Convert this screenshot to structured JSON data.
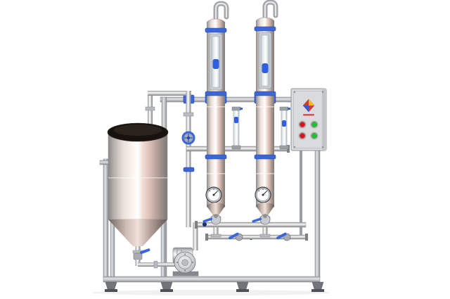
{
  "scene": {
    "description": "Stainless steel twin-column membrane filtration pilot skid with conical tank, feed pump and control panel",
    "background": "#ffffff"
  },
  "colors": {
    "accent_blue": "#3b66d9",
    "float_blue": "#2f5fe0",
    "navy_knob": "#1d2f6b",
    "indicator_red": "#e01217",
    "indicator_green": "#1fc52d",
    "logo_red": "#e23333",
    "logo_yellow": "#f5c400",
    "logo_blue": "#2b5cd0",
    "brand_mark_red": "#d23030",
    "panel_body": "#d9dbdd",
    "lid_black": "#17120e"
  },
  "components": {
    "frame": "floor-standing square-tube frame",
    "tank": "conical-bottom holding tank with black lid",
    "column_1": "membrane column 1 with sight glass",
    "column_2": "membrane column 2 with sight glass",
    "flow_meters": "2 inline rotameters",
    "pressure_gauges": "2 dial gauges",
    "pump": "centrifugal feed pump",
    "control_panel": "electrical panel with pilot lights",
    "indicator_lights": [
      "red",
      "green",
      "red",
      "green"
    ]
  }
}
